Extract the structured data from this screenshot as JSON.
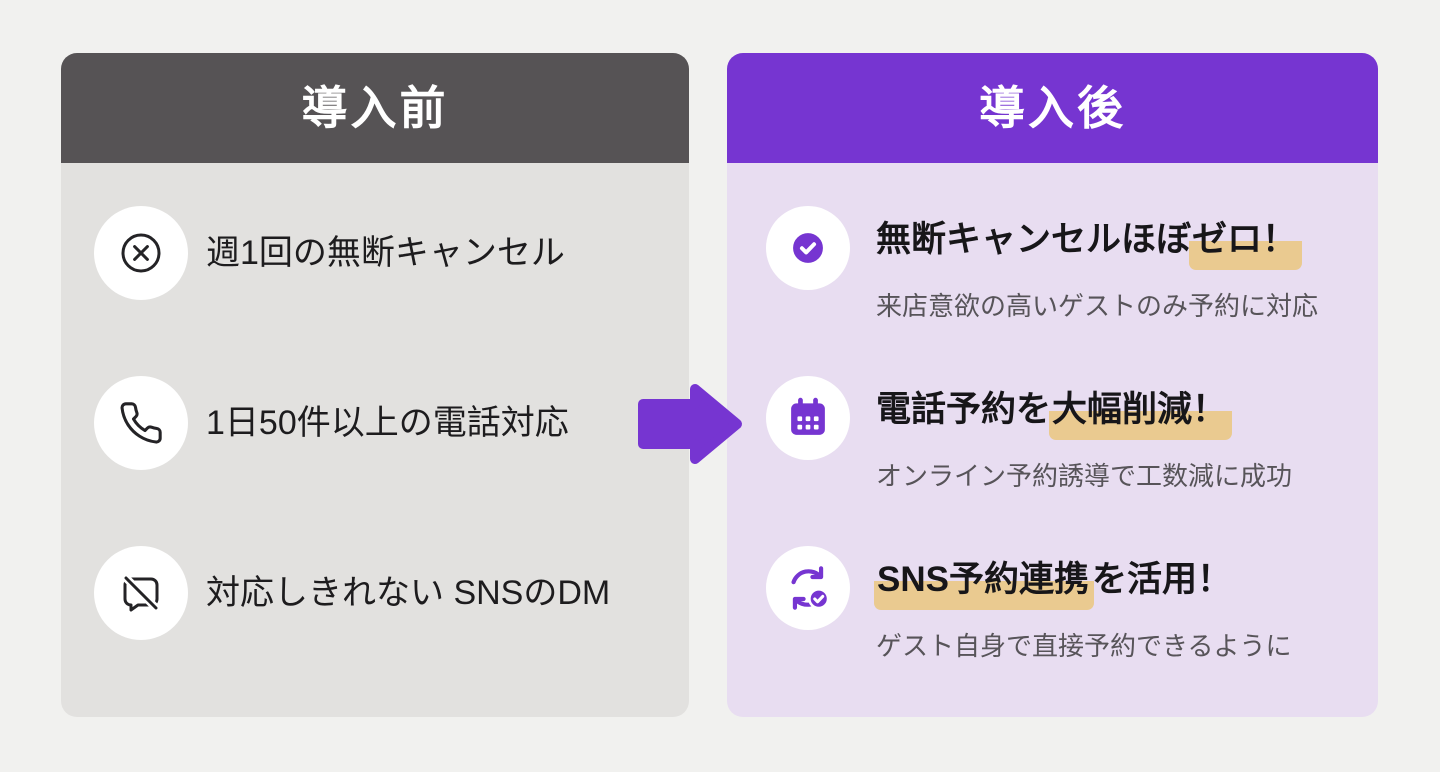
{
  "colors": {
    "page_background": "#f1f1ef",
    "before_header": "#565355",
    "before_body": "#e2e1df",
    "after_header": "#7635d1",
    "after_body": "#e8ddf1",
    "accent_purple": "#7635d1",
    "highlight": "#eaca90"
  },
  "before": {
    "title": "導入前",
    "items": [
      {
        "icon": "circle-x-icon",
        "label": "週1回の無断キャンセル"
      },
      {
        "icon": "phone-icon",
        "label": "1日50件以上の電話対応"
      },
      {
        "icon": "message-off-icon",
        "label": "対応しきれない SNSのDM"
      }
    ]
  },
  "after": {
    "title": "導入後",
    "items": [
      {
        "icon": "check-circle-icon",
        "title_pre": "無断キャンセルほぼ",
        "title_highlight": "ゼロ！",
        "title_post": "",
        "subtitle": "来店意欲の高いゲストのみ予約に対応"
      },
      {
        "icon": "calendar-icon",
        "title_pre": "電話予約を",
        "title_highlight": "大幅削減！",
        "title_post": "",
        "subtitle": "オンライン予約誘導で工数減に成功"
      },
      {
        "icon": "sync-check-icon",
        "title_pre": "",
        "title_highlight": "SNS予約連携",
        "title_post": "を活用！",
        "subtitle": "ゲスト自身で直接予約できるように"
      }
    ]
  },
  "arrow": {
    "direction": "right"
  }
}
